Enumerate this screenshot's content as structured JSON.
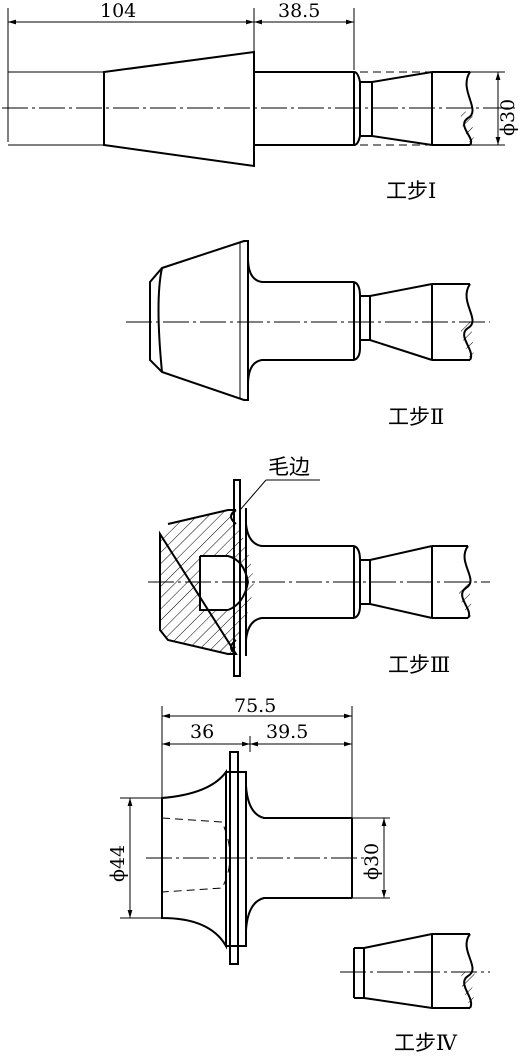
{
  "step1": {
    "label": "工步Ⅰ",
    "dim_length_1": "104",
    "dim_length_2": "38.5",
    "dim_diameter": "ϕ30"
  },
  "step2": {
    "label": "工步Ⅱ"
  },
  "step3": {
    "label": "工步Ⅲ",
    "flash_label": "毛边"
  },
  "step4": {
    "label": "工步Ⅳ",
    "dim_total": "75.5",
    "dim_left": "36",
    "dim_right": "39.5",
    "dim_diameter_large": "ϕ44",
    "dim_diameter_small": "ϕ30"
  }
}
